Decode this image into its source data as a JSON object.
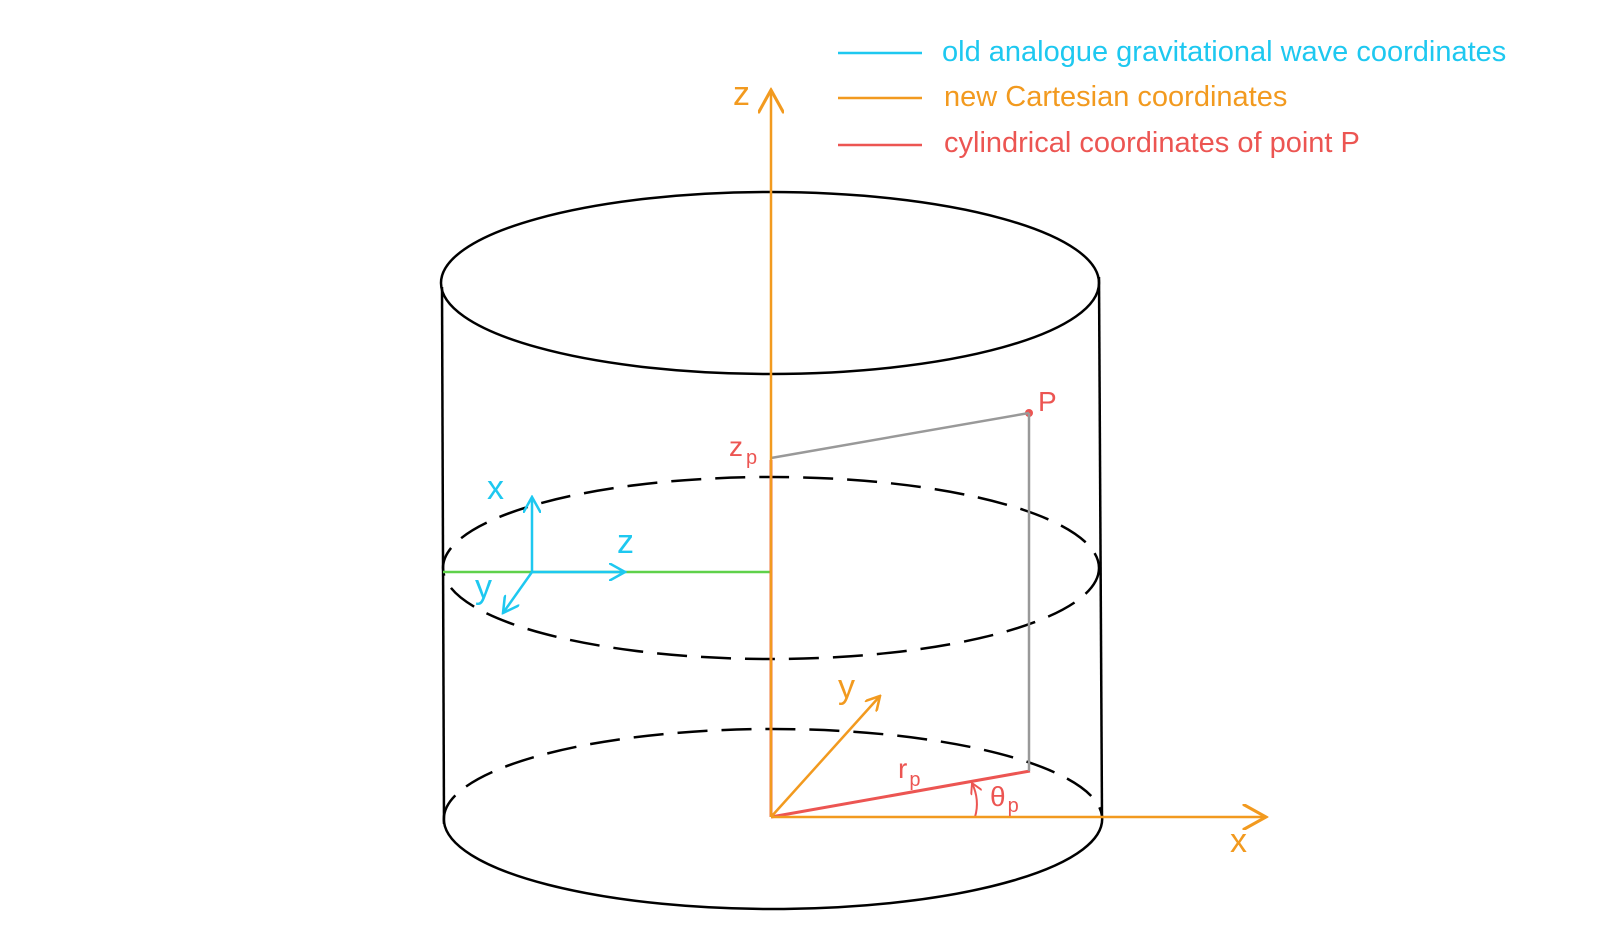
{
  "colors": {
    "old_coordinates": "#1ec8f0",
    "new_cartesian": "#f29a1f",
    "cylindrical": "#ec5552",
    "projection": "#999999",
    "cylinder": "#000000",
    "green_axis": "#5fd14a"
  },
  "legend": [
    {
      "label": "old analogue gravitational wave coordinates",
      "color_key": "old_coordinates"
    },
    {
      "label": "new Cartesian coordinates",
      "color_key": "new_cartesian"
    },
    {
      "label": "cylindrical coordinates of point P",
      "color_key": "cylindrical"
    }
  ],
  "labels": {
    "new_axes": {
      "z": "z",
      "x": "x",
      "y": "y"
    },
    "old_axes": {
      "x": "x",
      "z": "z",
      "y": "y"
    },
    "point": "P",
    "z_p": {
      "base": "z",
      "sub": "p"
    },
    "r_p": {
      "base": "r",
      "sub": "p"
    },
    "theta_p": {
      "base": "θ",
      "sub": "p"
    }
  }
}
